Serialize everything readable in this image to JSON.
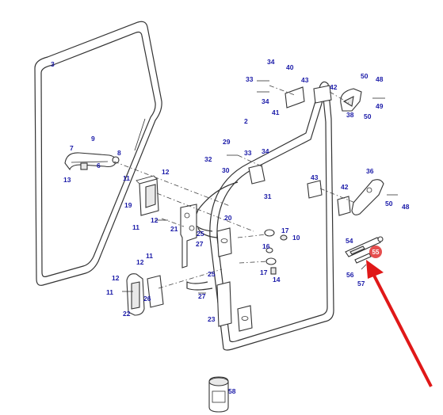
{
  "diagram": {
    "highlight_color": "#e23b3b",
    "arrow_color": "#e01818",
    "label_color": "#1a1aa8",
    "callouts": {
      "c3": "3",
      "c2": "2",
      "c9": "9",
      "c7": "7",
      "c8": "8",
      "c6": "6",
      "c13": "13",
      "c11a": "11",
      "c12a": "12",
      "c19": "19",
      "c12b": "12",
      "c11b": "11",
      "c29": "29",
      "c32": "32",
      "c30": "30",
      "c33a": "33",
      "c34a": "34",
      "c31": "31",
      "c34b": "34",
      "c40": "40",
      "c33b": "33",
      "c43a": "43",
      "c34c": "34",
      "c41": "41",
      "c42a": "42",
      "c50a": "50",
      "c48a": "48",
      "c49": "49",
      "c38": "38",
      "c50b": "50",
      "c36": "36",
      "c43b": "43",
      "c42b": "42",
      "c50c": "50",
      "c48b": "48",
      "c20": "20",
      "c21": "21",
      "c25a": "25",
      "c27a": "27",
      "c17a": "17",
      "c10": "10",
      "c16": "16",
      "c17b": "17",
      "c14": "14",
      "c12c": "12",
      "c11c": "11",
      "c12d": "12",
      "c11d": "11",
      "c26": "26",
      "c22": "22",
      "c25b": "25",
      "c27b": "27",
      "c23": "23",
      "c54": "54",
      "c55": "55",
      "c56": "56",
      "c57": "57",
      "c58": "58"
    }
  }
}
